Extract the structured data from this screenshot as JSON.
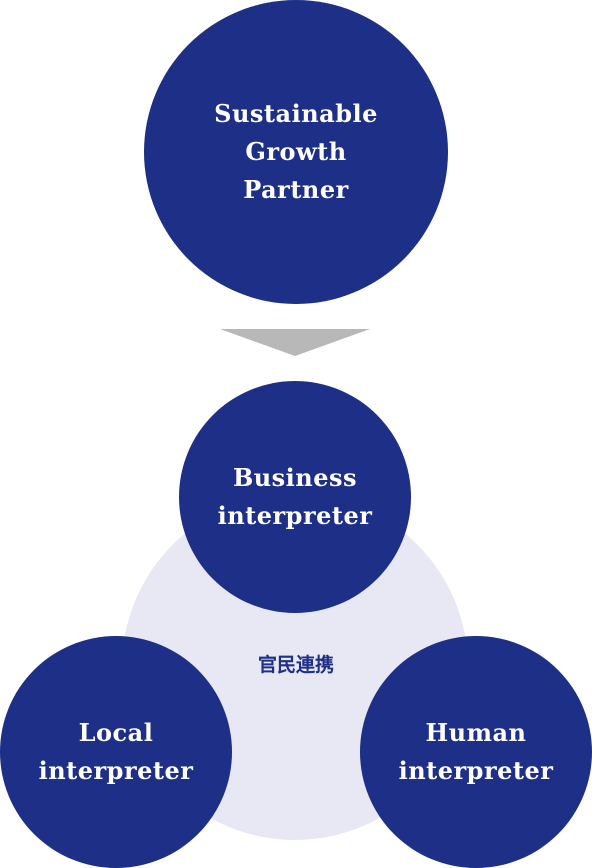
{
  "colors": {
    "primary": "#1e2f87",
    "secondary_bg": "#e8e8f4",
    "arrow": "#b8b8b8"
  },
  "top": {
    "label": "Sustainable\nGrowth\nPartner"
  },
  "arrow": {
    "icon": "down-triangle-icon"
  },
  "cluster": {
    "center_label": "官民連携",
    "business": {
      "label": "Business\ninterpreter"
    },
    "local": {
      "label": "Local\ninterpreter"
    },
    "human": {
      "label": "Human\ninterpreter"
    }
  }
}
